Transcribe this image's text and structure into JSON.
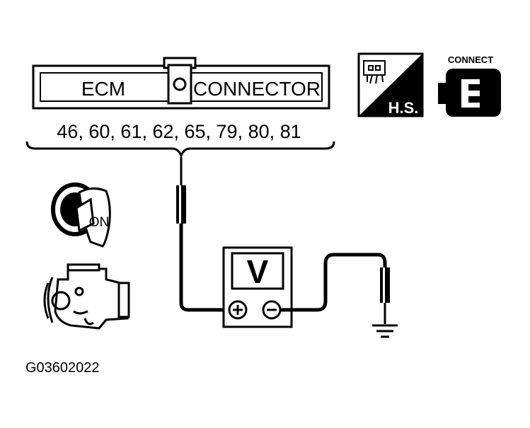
{
  "connector": {
    "left_label": "ECM",
    "right_label": "CONNECTOR",
    "pins": "46, 60, 61, 62, 65, 79, 80, 81"
  },
  "icons": {
    "harness_side_label": "H.S.",
    "connect_label": "CONNECT",
    "ignition_label": "ON"
  },
  "meter": {
    "label": "V"
  },
  "figure_id": "G03602022",
  "colors": {
    "line": "#000000",
    "background": "#ffffff"
  }
}
